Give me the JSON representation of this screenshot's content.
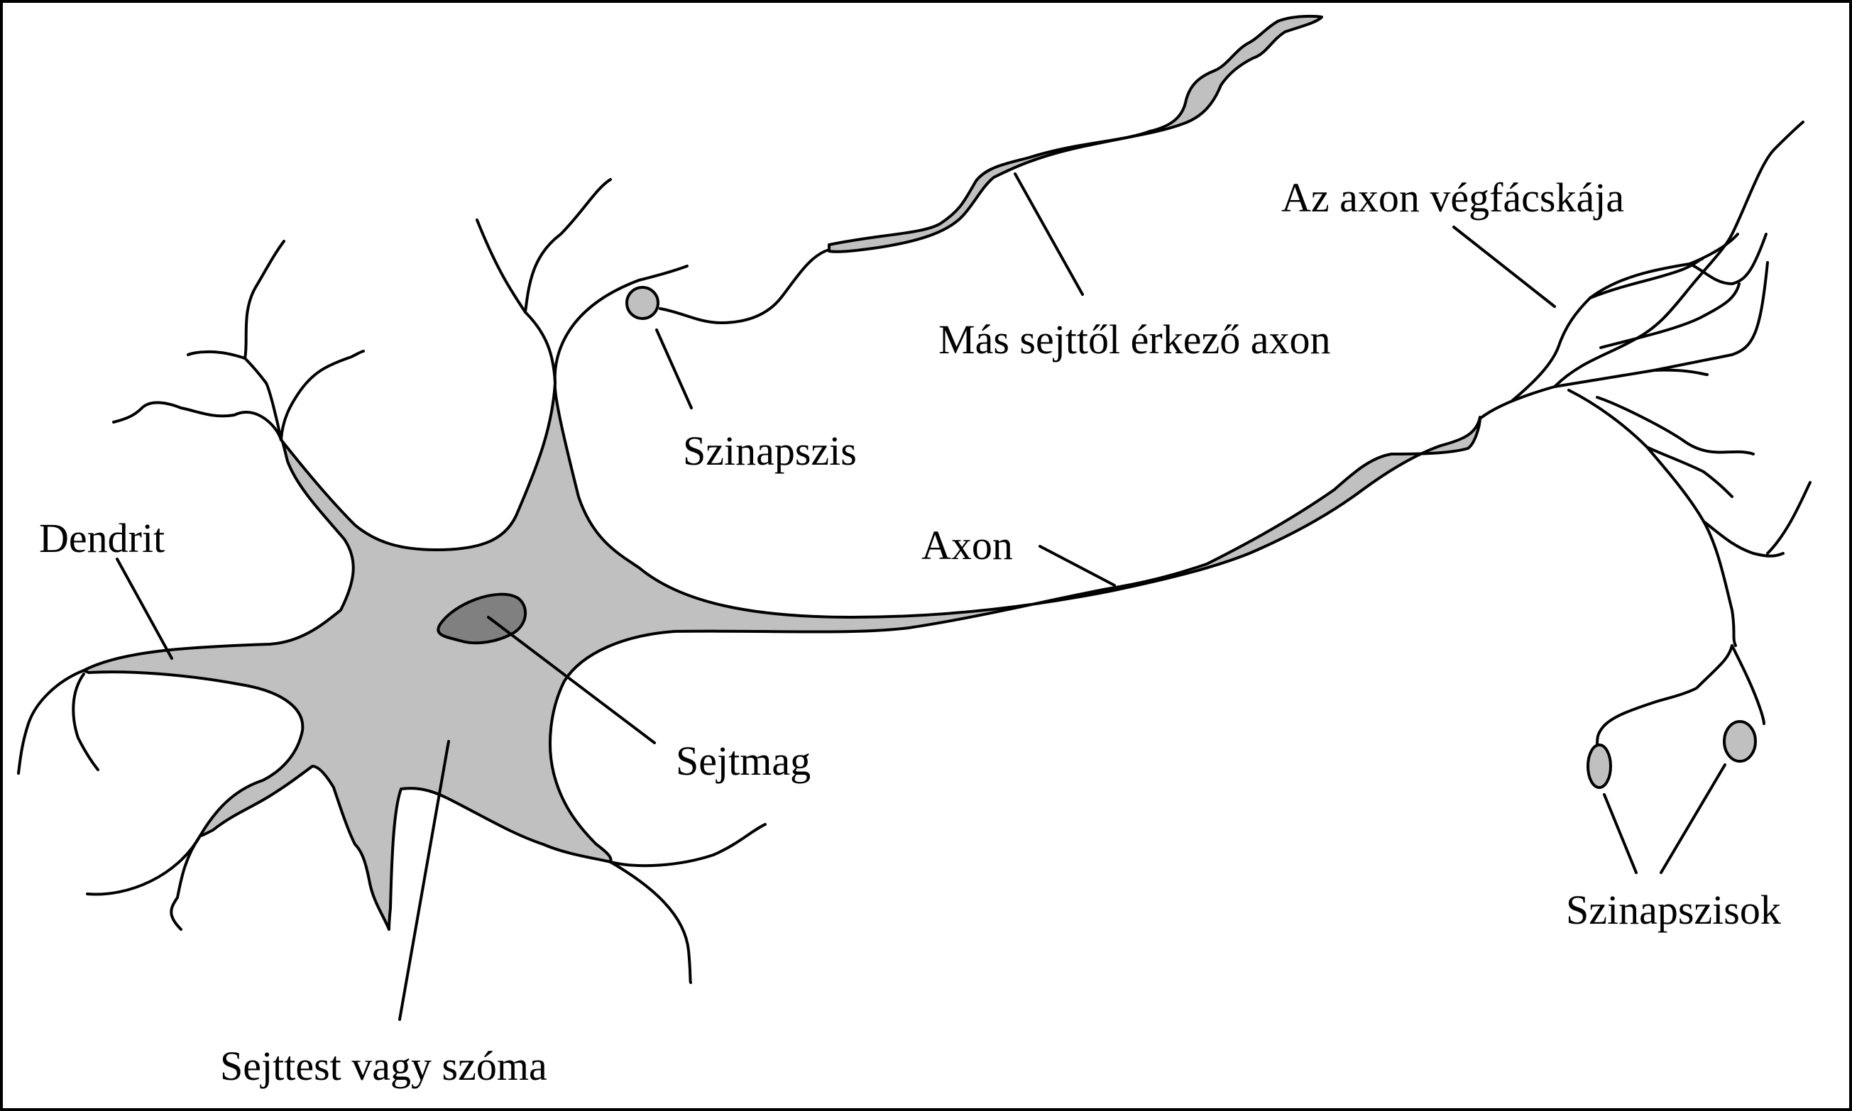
{
  "labels": {
    "dendrite": "Dendrit",
    "synapse": "Szinapszis",
    "incoming_axon": "Más sejttől érkező axon",
    "axon_terminal": "Az axon végfácskája",
    "axon": "Axon",
    "nucleus": "Sejtmag",
    "synapses": "Szinapszisok",
    "soma": "Sejttest vagy szóma"
  },
  "colors": {
    "cell_fill": "#c0c0c0",
    "nucleus_fill": "#808080",
    "outline": "#000000",
    "background": "#ffffff"
  }
}
